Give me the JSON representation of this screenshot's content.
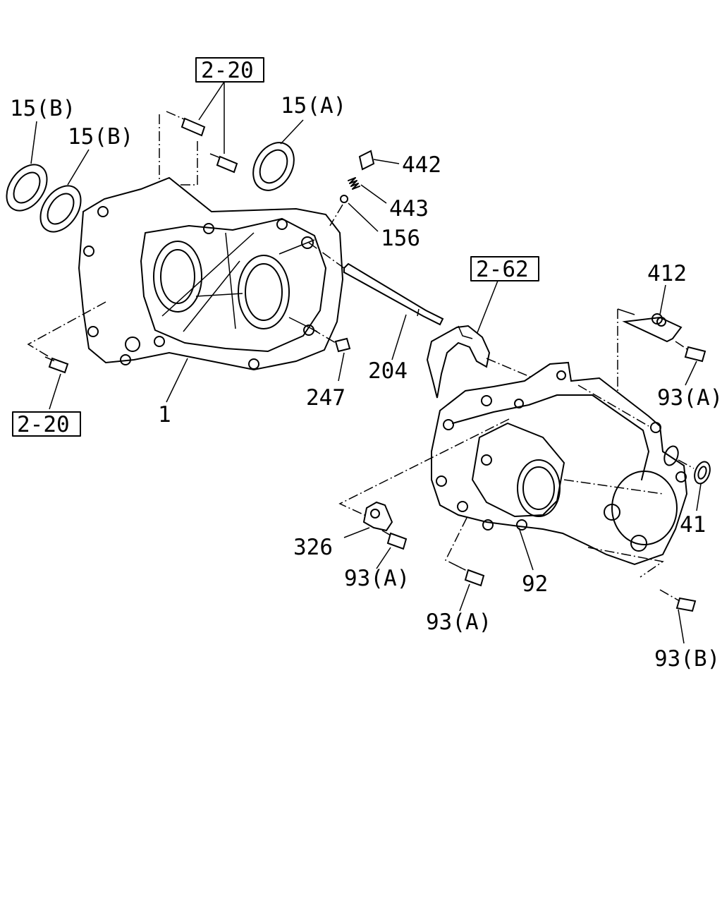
{
  "callouts": {
    "ref_2_20_top": "2-20",
    "ref_2_20_bottom": "2-20",
    "ref_2_62": "2-62",
    "p15b_outer": "15(B)",
    "p15b_inner": "15(B)",
    "p15a": "15(A)",
    "p442": "442",
    "p443": "443",
    "p156": "156",
    "p204": "204",
    "p247": "247",
    "p1": "1",
    "p412": "412",
    "p93a_right": "93(A)",
    "p41": "41",
    "p326": "326",
    "p93a_bracket": "93(A)",
    "p92": "92",
    "p93a_bottom": "93(A)",
    "p93b": "93(B)"
  }
}
